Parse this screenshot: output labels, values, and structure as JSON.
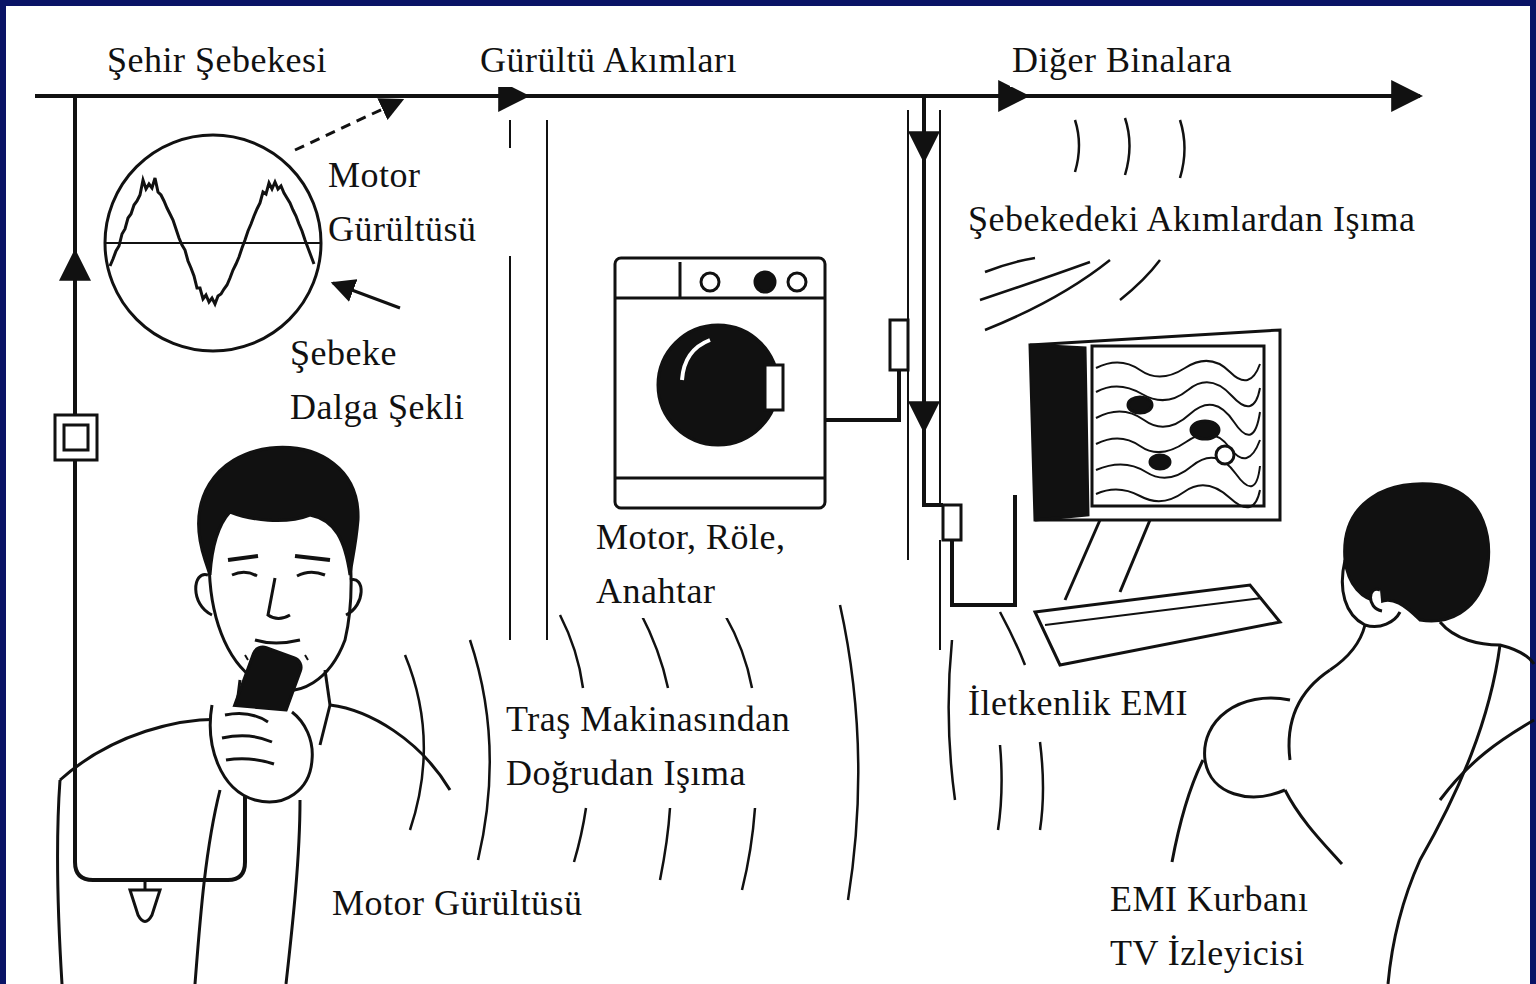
{
  "diagram": {
    "labels": [
      "Şehir Şebekesi",
      "Gürültü Akımları",
      "Diğer Binalara",
      "Motor Gürültüsü",
      "Şebeke Dalga Şekli",
      "Şebekedeki Akımlardan Işıma",
      "Motor, Röle, Anahtar",
      "Traş Makinasından Doğrudan Işıma",
      "İletkenlik EMI",
      "Motor Gürültüsü",
      "EMI Kurbanı TV İzleyicisi"
    ]
  }
}
